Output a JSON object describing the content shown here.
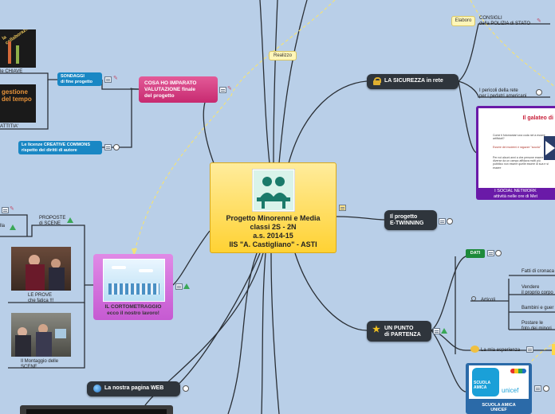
{
  "central": {
    "title_lines": [
      "Progetto Minorenni e Media",
      "classi 2S - 2N",
      "a.s. 2014-15",
      "IIS \"A. Castigliano\" - ASTI"
    ]
  },
  "floating_label": "Realizzo",
  "nodes": {
    "sicurezza": "LA SICUREZZA in rete",
    "etwinning": [
      "Il progetto",
      "E-TWINNING"
    ],
    "partenza": [
      "UN PUNTO",
      "di PARTENZA"
    ],
    "pagina_web": "La  nostra pagina WEB",
    "valutazione": [
      "COSA HO IMPARATO",
      "VALUTAZIONE finale",
      "del progetto"
    ],
    "cortometraggio": [
      "IL CORTOMETRAGGIO",
      "ecco il nostro lavoro!"
    ],
    "sondaggi": [
      "SONDAGGI",
      "di fine progetto"
    ],
    "licenze": [
      "Le licenze CREATIVE COMMONS",
      "rispetto dei diritti di autore"
    ]
  },
  "sicurezza_children": {
    "elaboro": "Elaboro",
    "consigli": [
      "CONSIGLI",
      "della POLIZIA di STATO"
    ],
    "pericoli": [
      "I pericoli della rete",
      "per i pedatri americani"
    ],
    "galateo_title": "Il galateo di",
    "galateo_bullets": [
      "Come ti fotomaniari una coda nel a essere artificiali?",
      "Essere dei moderni e ragazze \"scuola\"",
      "Per noi alcuni anni a che persone essere diverse da un campo affidava molti più pubblico non essere quelle essere di sua e si essere"
    ],
    "social_caption": [
      "I SOCIAL NETWORK",
      "attività nelle ore di Met"
    ]
  },
  "partenza_children": {
    "dati": "DATI",
    "articoli": "Articoli",
    "fatti": "Fatti di cronaca",
    "vendere": [
      "Vendere",
      "il proprio corpo"
    ],
    "bambini": "Bambini e guer",
    "postare": [
      "Postare le",
      "foto dei minori"
    ],
    "esperienza": "La mia esperienza",
    "scuola_amica": [
      "SCUOLA AMICA",
      "UNICEF"
    ],
    "logo_text": [
      "SCUOLA",
      "AMICA"
    ],
    "unicef_logo": "unicef"
  },
  "left_children": {
    "chiave": "le CHIAVE",
    "attitia": "ATTITIA'",
    "proposte": [
      "PROPOSTE",
      "di SCENE"
    ],
    "lla": "lla",
    "prove": [
      "LE PROVE",
      "che fatica !!!"
    ],
    "montaggio": [
      "Il Montaggio delle",
      "SCENE"
    ],
    "poster_words": [
      "la collaborazione",
      "gestione del tempo"
    ]
  },
  "colors": {
    "background": "#b9cfe8",
    "central_fill": "#ffd84a",
    "pink": "#d33a84",
    "violet": "#cc66d8",
    "dark": "#2f353c",
    "blue": "#1987c4",
    "green_badge": "#1d8a3a"
  }
}
